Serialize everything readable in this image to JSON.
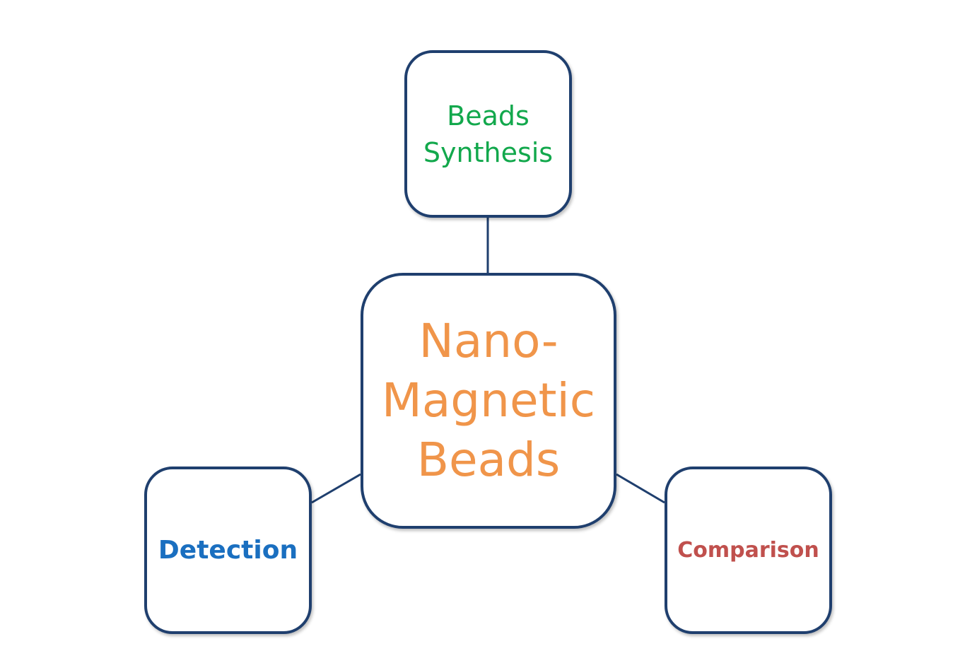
{
  "diagram": {
    "center": {
      "label": "Nano-\nMagnetic\nBeads",
      "color": "#f0954a"
    },
    "top": {
      "label": "Beads\nSynthesis",
      "color": "#12a84c"
    },
    "left": {
      "label": "Detection",
      "color": "#1a6fc0"
    },
    "right": {
      "label": "Comparison",
      "color": "#c0504d"
    },
    "border_color": "#1f3f6e"
  }
}
